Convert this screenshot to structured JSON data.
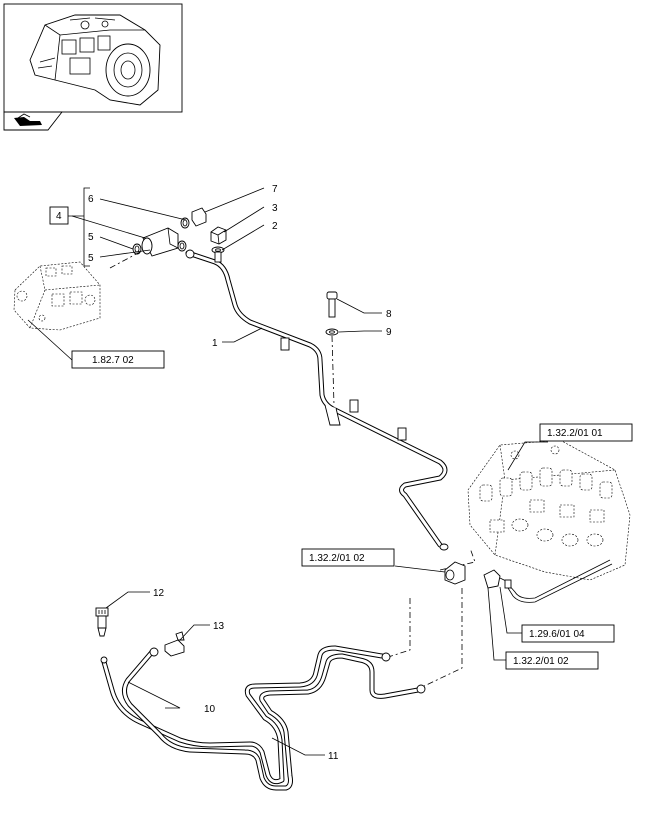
{
  "diagram": {
    "callouts": [
      {
        "id": "c1",
        "text": "1"
      },
      {
        "id": "c2",
        "text": "2"
      },
      {
        "id": "c3",
        "text": "3"
      },
      {
        "id": "c4",
        "text": "4"
      },
      {
        "id": "c5a",
        "text": "5"
      },
      {
        "id": "c5b",
        "text": "5"
      },
      {
        "id": "c6",
        "text": "6"
      },
      {
        "id": "c7",
        "text": "7"
      },
      {
        "id": "c8",
        "text": "8"
      },
      {
        "id": "c9",
        "text": "9"
      },
      {
        "id": "c10",
        "text": "10"
      },
      {
        "id": "c11",
        "text": "11"
      },
      {
        "id": "c12",
        "text": "12"
      },
      {
        "id": "c13",
        "text": "13"
      }
    ],
    "references": [
      {
        "id": "r1",
        "text": "1.82.7 02"
      },
      {
        "id": "r2",
        "text": "1.32.2/01 01"
      },
      {
        "id": "r3",
        "text": "1.32.2/01 02"
      },
      {
        "id": "r4",
        "text": "1.29.6/01 04"
      },
      {
        "id": "r5",
        "text": "1.32.2/01 02"
      }
    ]
  }
}
